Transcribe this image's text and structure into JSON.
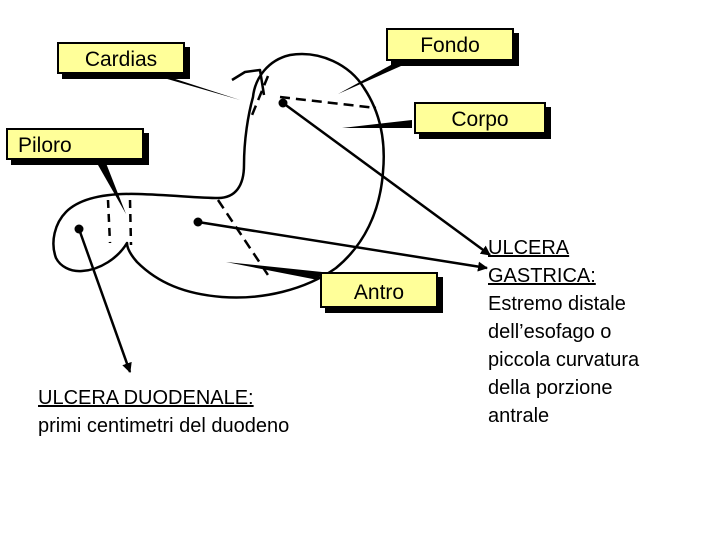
{
  "labels": {
    "cardias": "Cardias",
    "fondo": "Fondo",
    "corpo": "Corpo",
    "piloro": "Piloro",
    "antro": "Antro"
  },
  "duodenal": {
    "title": "ULCERA DUODENALE:",
    "text": "primi centimetri del duodeno"
  },
  "gastric": {
    "title_line1": "ULCERA",
    "title_line2": "GASTRICA:",
    "lines": [
      "Estremo distale",
      "dell’esofago o",
      "piccola curvatura",
      "della porzione",
      "antrale"
    ]
  },
  "colors": {
    "callout_fill": "#ffff99",
    "stroke": "#000000",
    "background": "#ffffff"
  }
}
